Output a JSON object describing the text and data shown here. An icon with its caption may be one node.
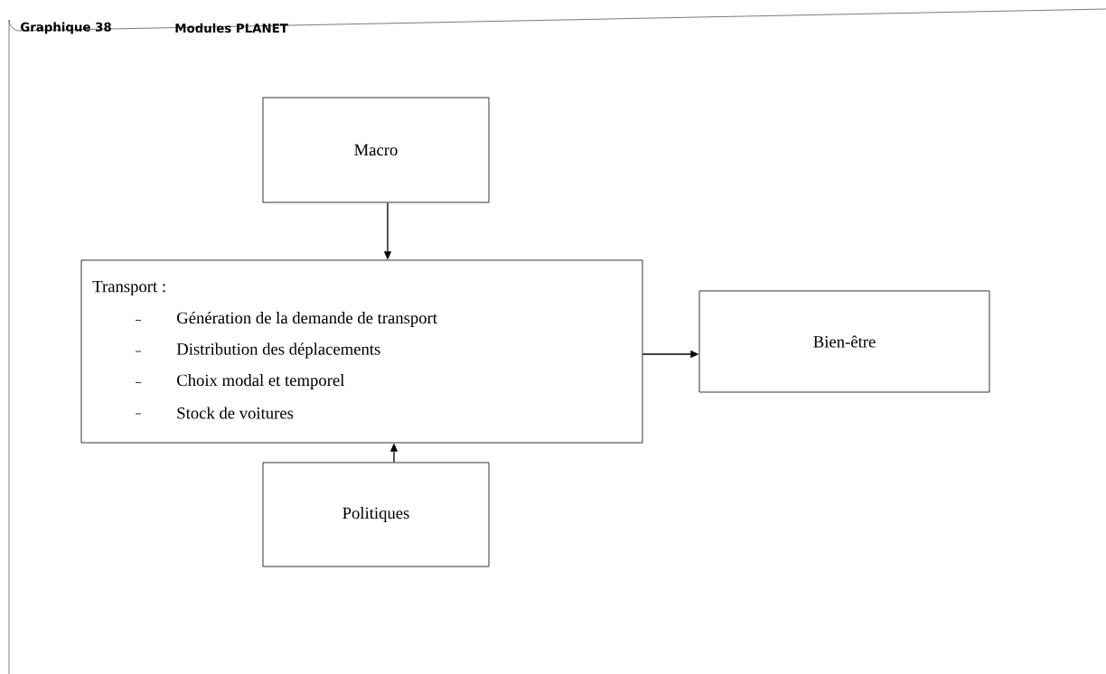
{
  "diagram": {
    "title": "Modules PLANET",
    "nodes": [
      {
        "text": [
          "Macro"
        ]
      },
      {
        "text": [
          "Transport :",
          "Génération de la demande de transport",
          "Distribution des déplacements",
          "Choix modal et temporel",
          "Stock de voitures"
        ]
      },
      {
        "text": [
          "Bien-être"
        ]
      },
      {
        "text": [
          "Politiques"
        ]
      }
    ],
    "edges": [
      {
        "from": 0,
        "to": 1,
        "arrow": "to"
      },
      {
        "from": 1,
        "to": 2,
        "arrow": "to"
      },
      {
        "from": 3,
        "to": 1,
        "arrow": "to"
      }
    ],
    "labels": [
      "Graphique 38"
    ]
  }
}
